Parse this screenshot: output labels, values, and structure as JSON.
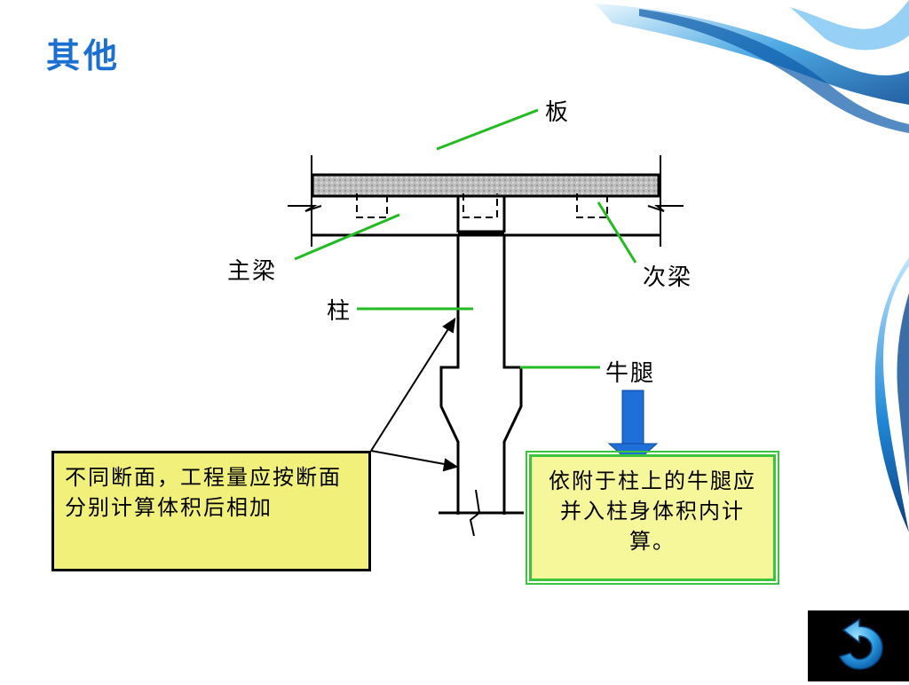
{
  "title": "其他",
  "labels": {
    "slab": "板",
    "main_beam": "主梁",
    "secondary_beam": "次梁",
    "column": "柱",
    "corbel": "牛腿"
  },
  "notes": {
    "left": "不同断面，工程量应按断面分别计算体积后相加",
    "right": "依附于柱上的牛腿应并入柱身体积内计算。"
  },
  "colors": {
    "title": "#1a6fd0",
    "leader_line": "#22bb22",
    "arrow_blue": "#1e6fd8",
    "left_note_bg": "#f0f07a",
    "right_note_bg": "#f6f69a",
    "right_note_border": "#3cc43c"
  },
  "icons": {
    "decoration": "blue-swirl-decoration",
    "back_button": "return-arrow-icon"
  }
}
